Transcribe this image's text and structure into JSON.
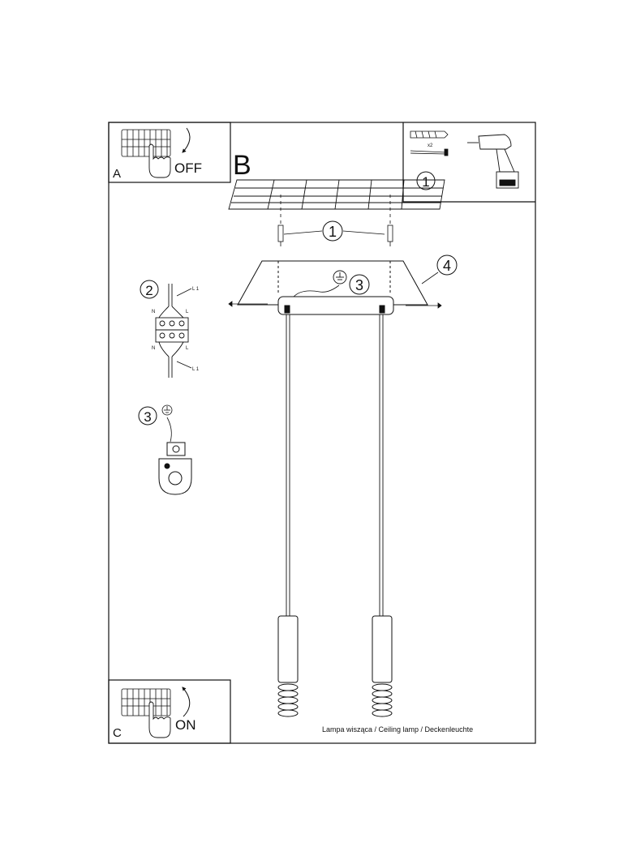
{
  "panels": {
    "a": {
      "letter": "A",
      "action": "OFF"
    },
    "b": {
      "letter": "B"
    },
    "c": {
      "letter": "C",
      "action": "ON"
    }
  },
  "tools": {
    "quantity": "x2"
  },
  "callouts": {
    "c1": "1",
    "c2": "2",
    "c3": "3",
    "c4": "4"
  },
  "wiring": {
    "n": "N",
    "l": "L",
    "l1": "L 1"
  },
  "caption": "Lampa wisząca / Ceiling lamp / Deckenleuchte"
}
